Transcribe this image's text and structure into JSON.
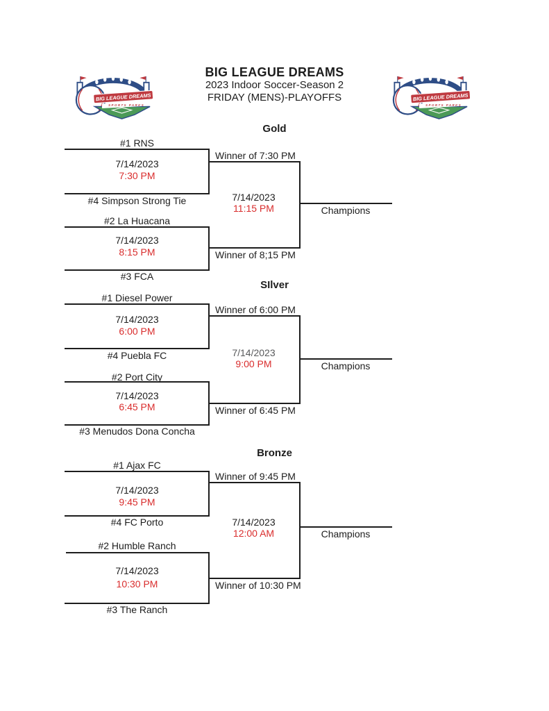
{
  "header": {
    "title": "BIG LEAGUE DREAMS",
    "subtitle": "2023 Indoor Soccer-Season 2",
    "subtitle2": "FRIDAY (MENS)-PLAYOFFS"
  },
  "logo": {
    "banner": "BIG LEAGUE DREAMS",
    "tagline": "SPORTS PARKS"
  },
  "brackets": [
    {
      "title": "Gold",
      "match1": {
        "seed_top": "#1 RNS",
        "seed_bottom": "#4 Simpson Strong Tie",
        "date": "7/14/2023",
        "time": "7:30 PM"
      },
      "match2": {
        "seed_top": "#2 La Huacana",
        "seed_bottom": "#3 FCA",
        "date": "7/14/2023",
        "time": "8:15 PM"
      },
      "winner_top": "Winner of 7:30 PM",
      "winner_bottom": "Winner of 8;15 PM",
      "final": {
        "date": "7/14/2023",
        "time": "11:15 PM"
      },
      "champion": "Champions"
    },
    {
      "title": "SIlver",
      "match1": {
        "seed_top": "#1 Diesel Power",
        "seed_bottom": "#4 Puebla FC",
        "date": "7/14/2023",
        "time": "6:00 PM"
      },
      "match2": {
        "seed_top": "#2 Port City",
        "seed_bottom": "#3 Menudos Dona Concha",
        "date": "7/14/2023",
        "time": "6:45 PM"
      },
      "winner_top": "Winner of 6:00 PM",
      "winner_bottom": "Winner of 6:45 PM",
      "final": {
        "date": "7/14/2023",
        "time": "9:00 PM"
      },
      "champion": "Champions"
    },
    {
      "title": "Bronze",
      "match1": {
        "seed_top": "#1 Ajax FC",
        "seed_bottom": "#4 FC Porto",
        "date": "7/14/2023",
        "time": "9:45 PM"
      },
      "match2": {
        "seed_top": "#2 Humble Ranch",
        "seed_bottom": "#3 The Ranch",
        "date": "7/14/2023",
        "time": "10:30 PM"
      },
      "winner_top": "Winner of 9:45 PM",
      "winner_bottom": "Winner of 10:30 PM",
      "final": {
        "date": "7/14/2023",
        "time": "12:00 AM"
      },
      "champion": "Champions"
    }
  ],
  "colors": {
    "time_red": "#d92c2c",
    "text_black": "#1d1d1d",
    "muted_date_gray": "#58595b",
    "logo_navy": "#2e4d86",
    "logo_red": "#bf3a40",
    "logo_green": "#4c9a57"
  }
}
